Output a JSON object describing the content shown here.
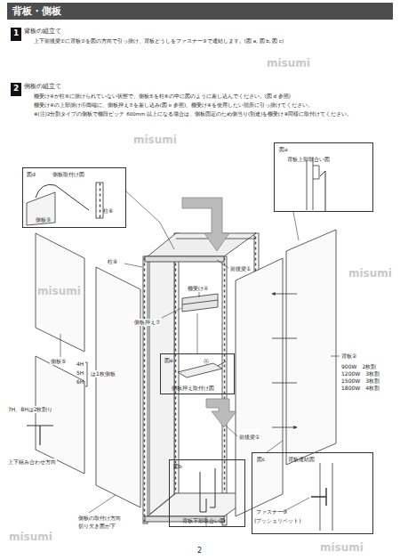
{
  "diagram": {
    "title": "背板・側板",
    "nodes": [
      {
        "text": [
          "1"
        ]
      },
      {
        "text": [
          "2"
        ]
      },
      {
        "text": [
          "図d",
          "側板取付け図",
          "側板⑤",
          "柱⑥"
        ]
      },
      {
        "text": [
          "図a",
          "背板上部取合い図"
        ]
      },
      {
        "text": [
          "図e",
          "Ⓐ",
          "側板押え取付け図"
        ]
      },
      {
        "text": [
          "図b",
          "背板下部取合い図"
        ]
      },
      {
        "text": [
          "図c",
          "背板連結図",
          "ファスナー③",
          "(プッシュリベット)"
        ]
      }
    ],
    "labels": [
      "背板の組立て",
      "上下前後梁①に背板②を図の方向で引っ掛け、背板どうしをファスナー③で連結します。(図 a, 図 b, 図 c)",
      "側板の組立て",
      "棚受け④が柱⑥に掛けられていない状態で、側板⑤を柱⑥の中に図のように差し込んでください。(図 d 参照)",
      "棚受け④の上部掛けⒶ両端に、側板押え⑦を差し込み(図 e 参照)、棚受け④を使用したい箇所に引っ掛けてください。",
      "※(注)2分割タイプの側板で棚段ピッチ 600mm 以上になる場合は、側板固定のため側当り(別途)を棚受け④同様に取付けてください。",
      "柱⑥",
      "側板⑤",
      "4H",
      "5H",
      "6H",
      "は1枚側板",
      "7H、8Hは2枚割り",
      "上下組み合わせ方向",
      "側板押え⑦",
      "棚受け④",
      "前後梁①",
      "前後梁①",
      "背板②",
      "900W　2枚割",
      "1200W　3枚割",
      "1500W　3枚割",
      "1800W　4枚割",
      "側板の取付け方向",
      "切り欠き面が下",
      "2",
      "misumi",
      "misumi",
      "misumi",
      "misumi",
      "misumi",
      "misumi"
    ]
  }
}
